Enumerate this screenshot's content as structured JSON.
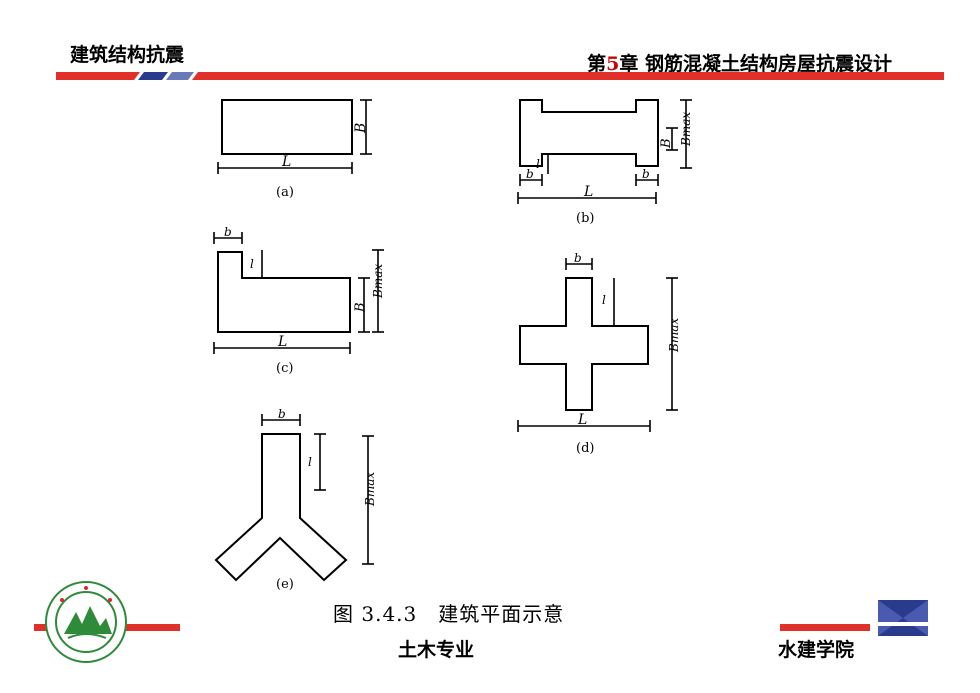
{
  "header": {
    "left_title": "建筑结构抗震",
    "right_prefix": "第",
    "right_num": "5",
    "right_suffix": "章 钢筋混凝土结构房屋抗震设计"
  },
  "figure": {
    "caption": "图 3.4.3　建筑平面示意",
    "panels": {
      "a": {
        "label": "(a)",
        "dims": [
          "B",
          "L"
        ]
      },
      "b": {
        "label": "(b)",
        "dims": [
          "b",
          "l",
          "b",
          "L",
          "B",
          "Bmax"
        ]
      },
      "c": {
        "label": "(c)",
        "dims": [
          "b",
          "l",
          "B",
          "Bmax",
          "L"
        ]
      },
      "d": {
        "label": "(d)",
        "dims": [
          "b",
          "l",
          "Bmax",
          "L"
        ]
      },
      "e": {
        "label": "(e)",
        "dims": [
          "b",
          "l",
          "Bmax"
        ]
      }
    }
  },
  "footer": {
    "left": "土木专业",
    "right": "水建学院"
  },
  "colors": {
    "accent_red": "#e0302a",
    "accent_blue": "#2a3a8c",
    "logo_green": "#2e8b3a"
  }
}
